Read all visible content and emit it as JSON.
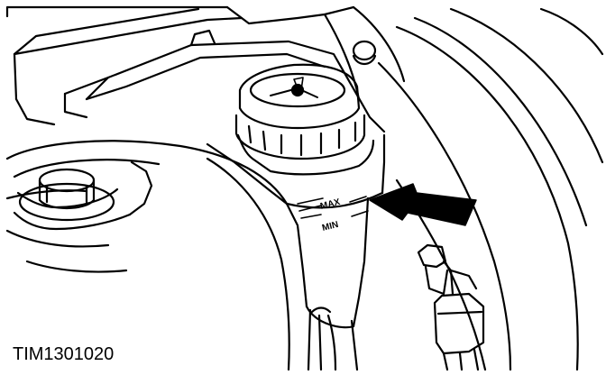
{
  "figure": {
    "reference_code": "TIM1301020",
    "markings": {
      "max_label": "MAX",
      "min_label": "MIN"
    }
  }
}
